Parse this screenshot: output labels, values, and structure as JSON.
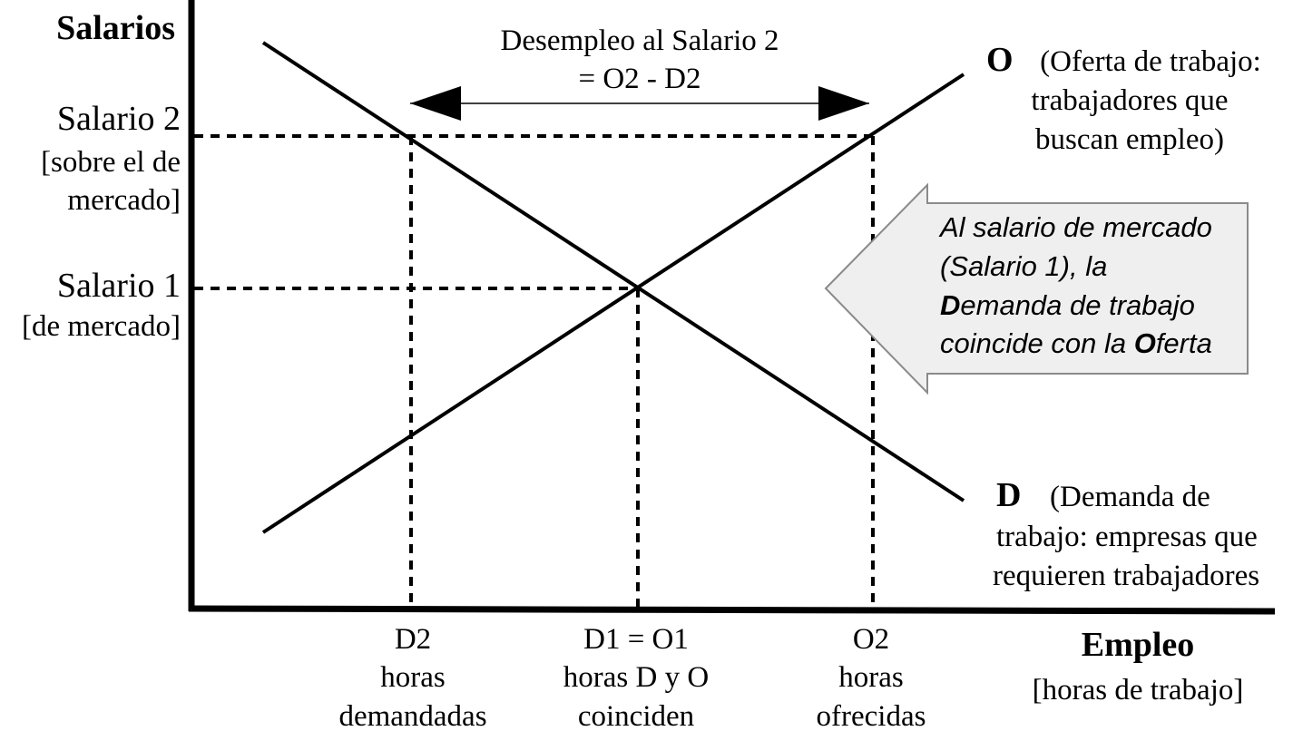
{
  "y_axis": {
    "title": "Salarios",
    "salario2": {
      "label": "Salario 2",
      "note_line1": "[sobre el de",
      "note_line2": "mercado]"
    },
    "salario1": {
      "label": "Salario 1",
      "note_line1": "[de mercado]"
    }
  },
  "x_axis": {
    "title": "Empleo",
    "subtitle": "[horas de trabajo]",
    "d2": {
      "line1": "D2",
      "line2": "horas",
      "line3": "demandadas"
    },
    "d1o1": {
      "line1": "D1 = O1",
      "line2": "horas D y O",
      "line3": "coinciden"
    },
    "o2": {
      "line1": "O2",
      "line2": "horas",
      "line3": "ofrecidas"
    }
  },
  "unemployment": {
    "line1": "Desempleo al Salario 2",
    "line2": "= O2 - D2"
  },
  "supply": {
    "symbol": "O",
    "desc_line1": "(Oferta de trabajo:",
    "desc_line2": "trabajadores que",
    "desc_line3": "buscan empleo)"
  },
  "demand": {
    "symbol": "D",
    "desc_line1": "(Demanda de",
    "desc_line2": "trabajo: empresas que",
    "desc_line3": "requieren trabajadores"
  },
  "callout": {
    "line1": "Al salario de mercado",
    "line2": "(Salario 1), la",
    "line3_bold": "D",
    "line3_rest": "emanda de trabajo",
    "line4_start": "coincide con la ",
    "line4_bold": "O",
    "line4_rest": "ferta"
  },
  "colors": {
    "ink": "#000000",
    "callout_fill": "#efefef",
    "callout_stroke": "#8a8a8a"
  }
}
